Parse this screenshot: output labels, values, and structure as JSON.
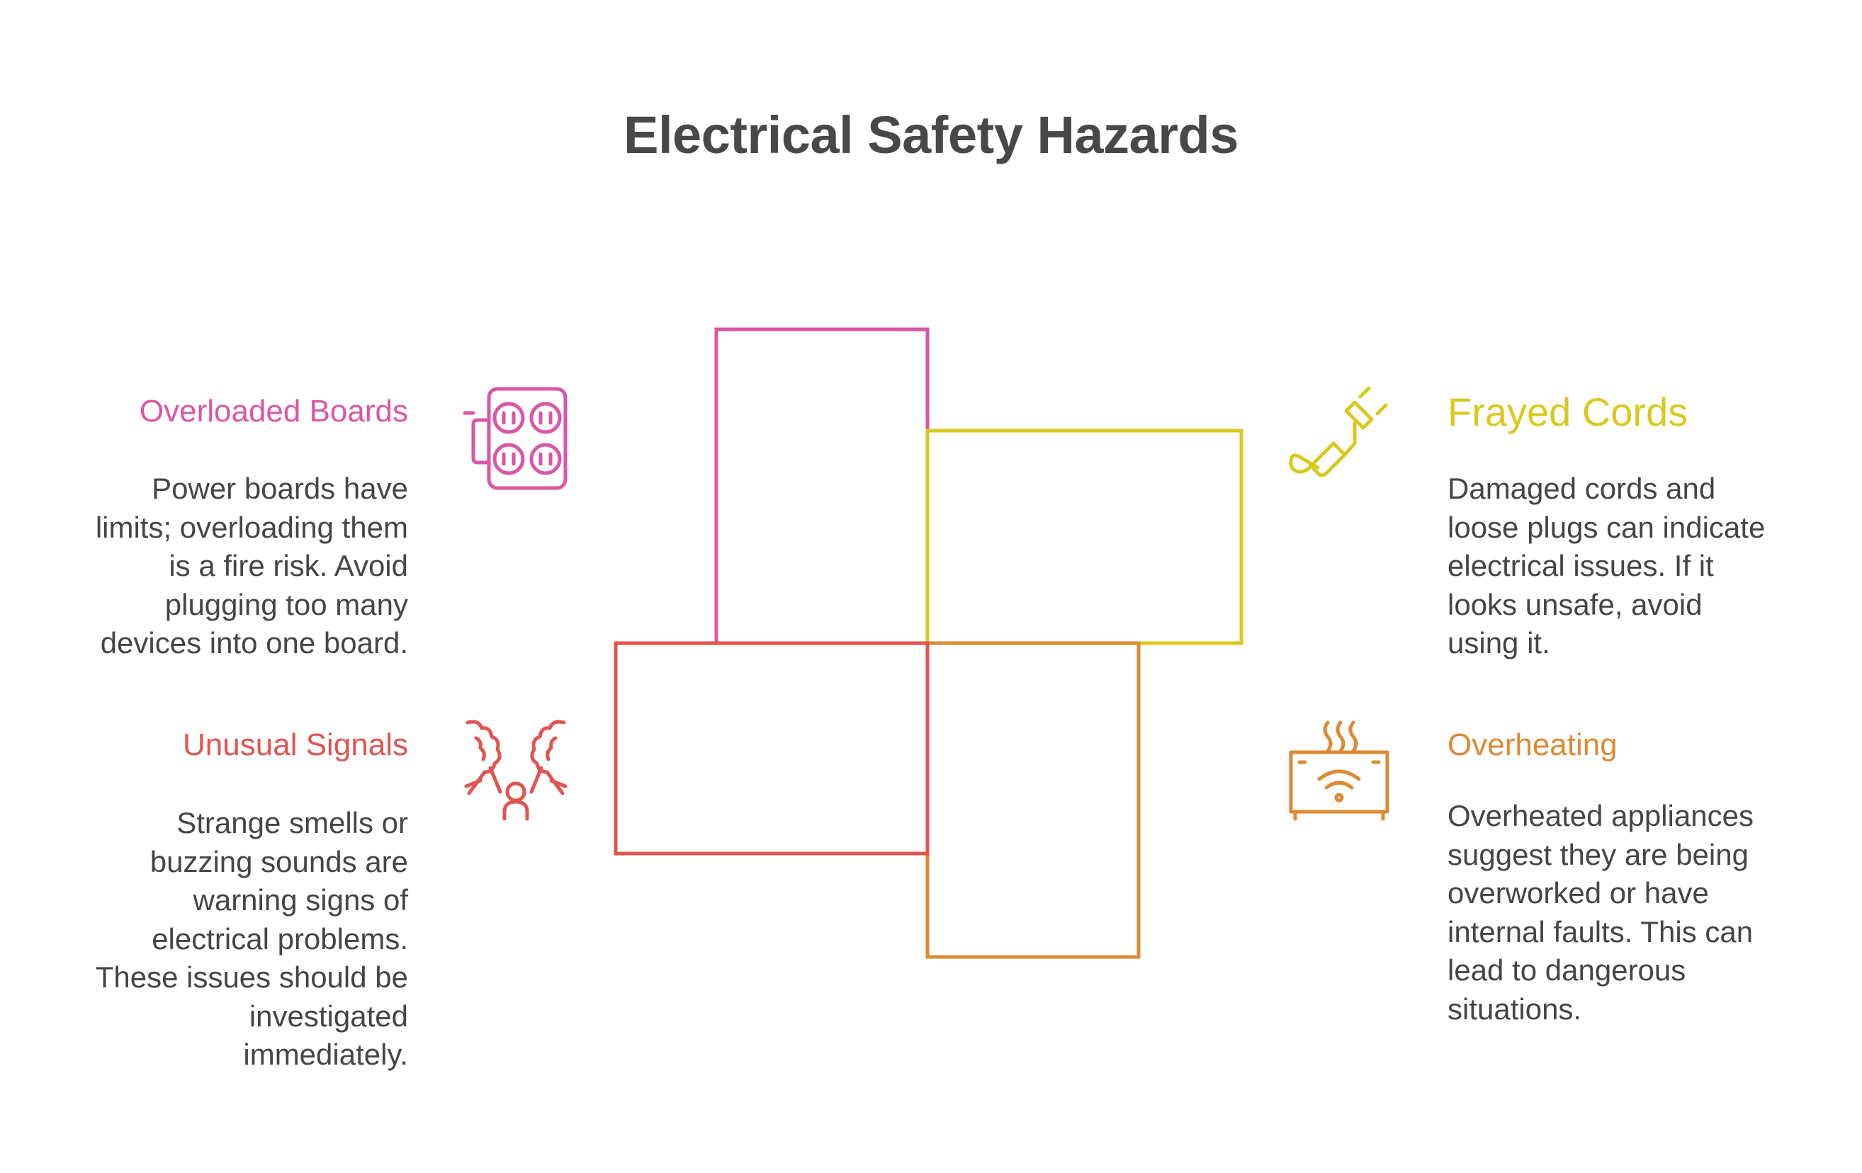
{
  "title": "Electrical Safety Hazards",
  "colors": {
    "pink": "#DA56A6",
    "yellow": "#D9C91D",
    "red": "#E15450",
    "orange": "#DC8A33",
    "title": "#484848",
    "text": "#454545"
  },
  "sections": {
    "overloaded_boards": {
      "heading": "Overloaded Boards",
      "body": "Power boards have\nlimits; overloading them\nis a fire risk. Avoid\nplugging too many\ndevices into one board.",
      "icon": "power-board-icon"
    },
    "frayed_cords": {
      "heading": "Frayed Cords",
      "body": "Damaged cords and\nloose plugs can indicate\nelectrical issues. If it\nlooks unsafe, avoid\nusing it.",
      "icon": "frayed-plug-icon"
    },
    "unusual_signals": {
      "heading": "Unusual Signals",
      "body": "Strange smells or\nbuzzing sounds are\nwarning signs of\nelectrical problems.\nThese issues should be\ninvestigated\nimmediately.",
      "icon": "smoke-person-icon"
    },
    "overheating": {
      "heading": "Overheating",
      "body": "Overheated appliances\nsuggest they are being\noverworked or have\ninternal faults. This can\nlead to dangerous\nsituations.",
      "icon": "hot-appliance-icon"
    }
  }
}
